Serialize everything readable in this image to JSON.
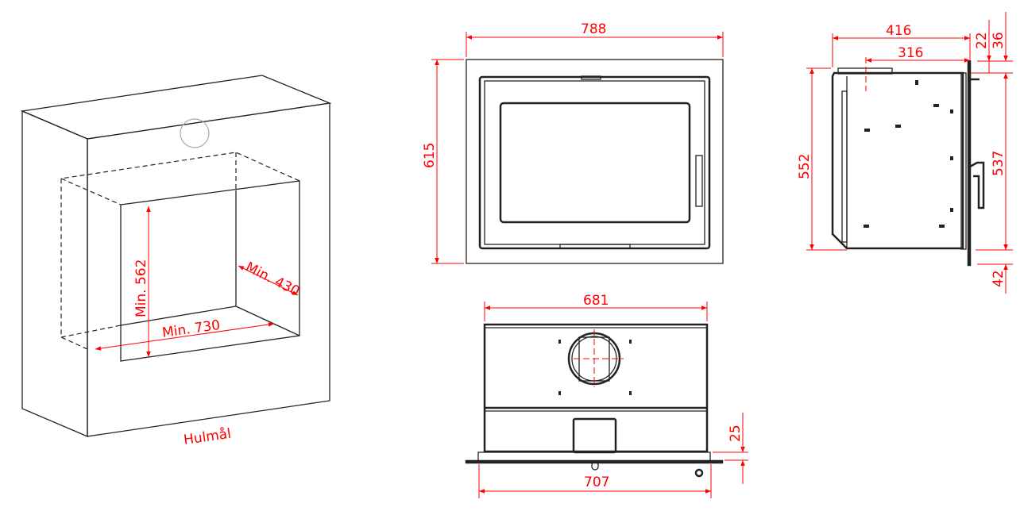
{
  "niche_view": {
    "height_label": "Min. 562",
    "width_label": "Min. 730",
    "depth_label": "Min. 430",
    "caption": "Hulmål"
  },
  "front_view": {
    "width": "788",
    "height": "615"
  },
  "side_view": {
    "depth_total": "416",
    "depth_to_collar": "316",
    "height_body": "552",
    "height_door": "537",
    "top_offset_a": "22",
    "top_offset_b": "36",
    "bottom_offset": "42"
  },
  "top_view": {
    "body_width": "681",
    "frame_width": "707",
    "frame_depth": "25"
  },
  "colors": {
    "dimension": "#ff0000",
    "outline": "#222222",
    "circle": "#aaaaaa"
  }
}
